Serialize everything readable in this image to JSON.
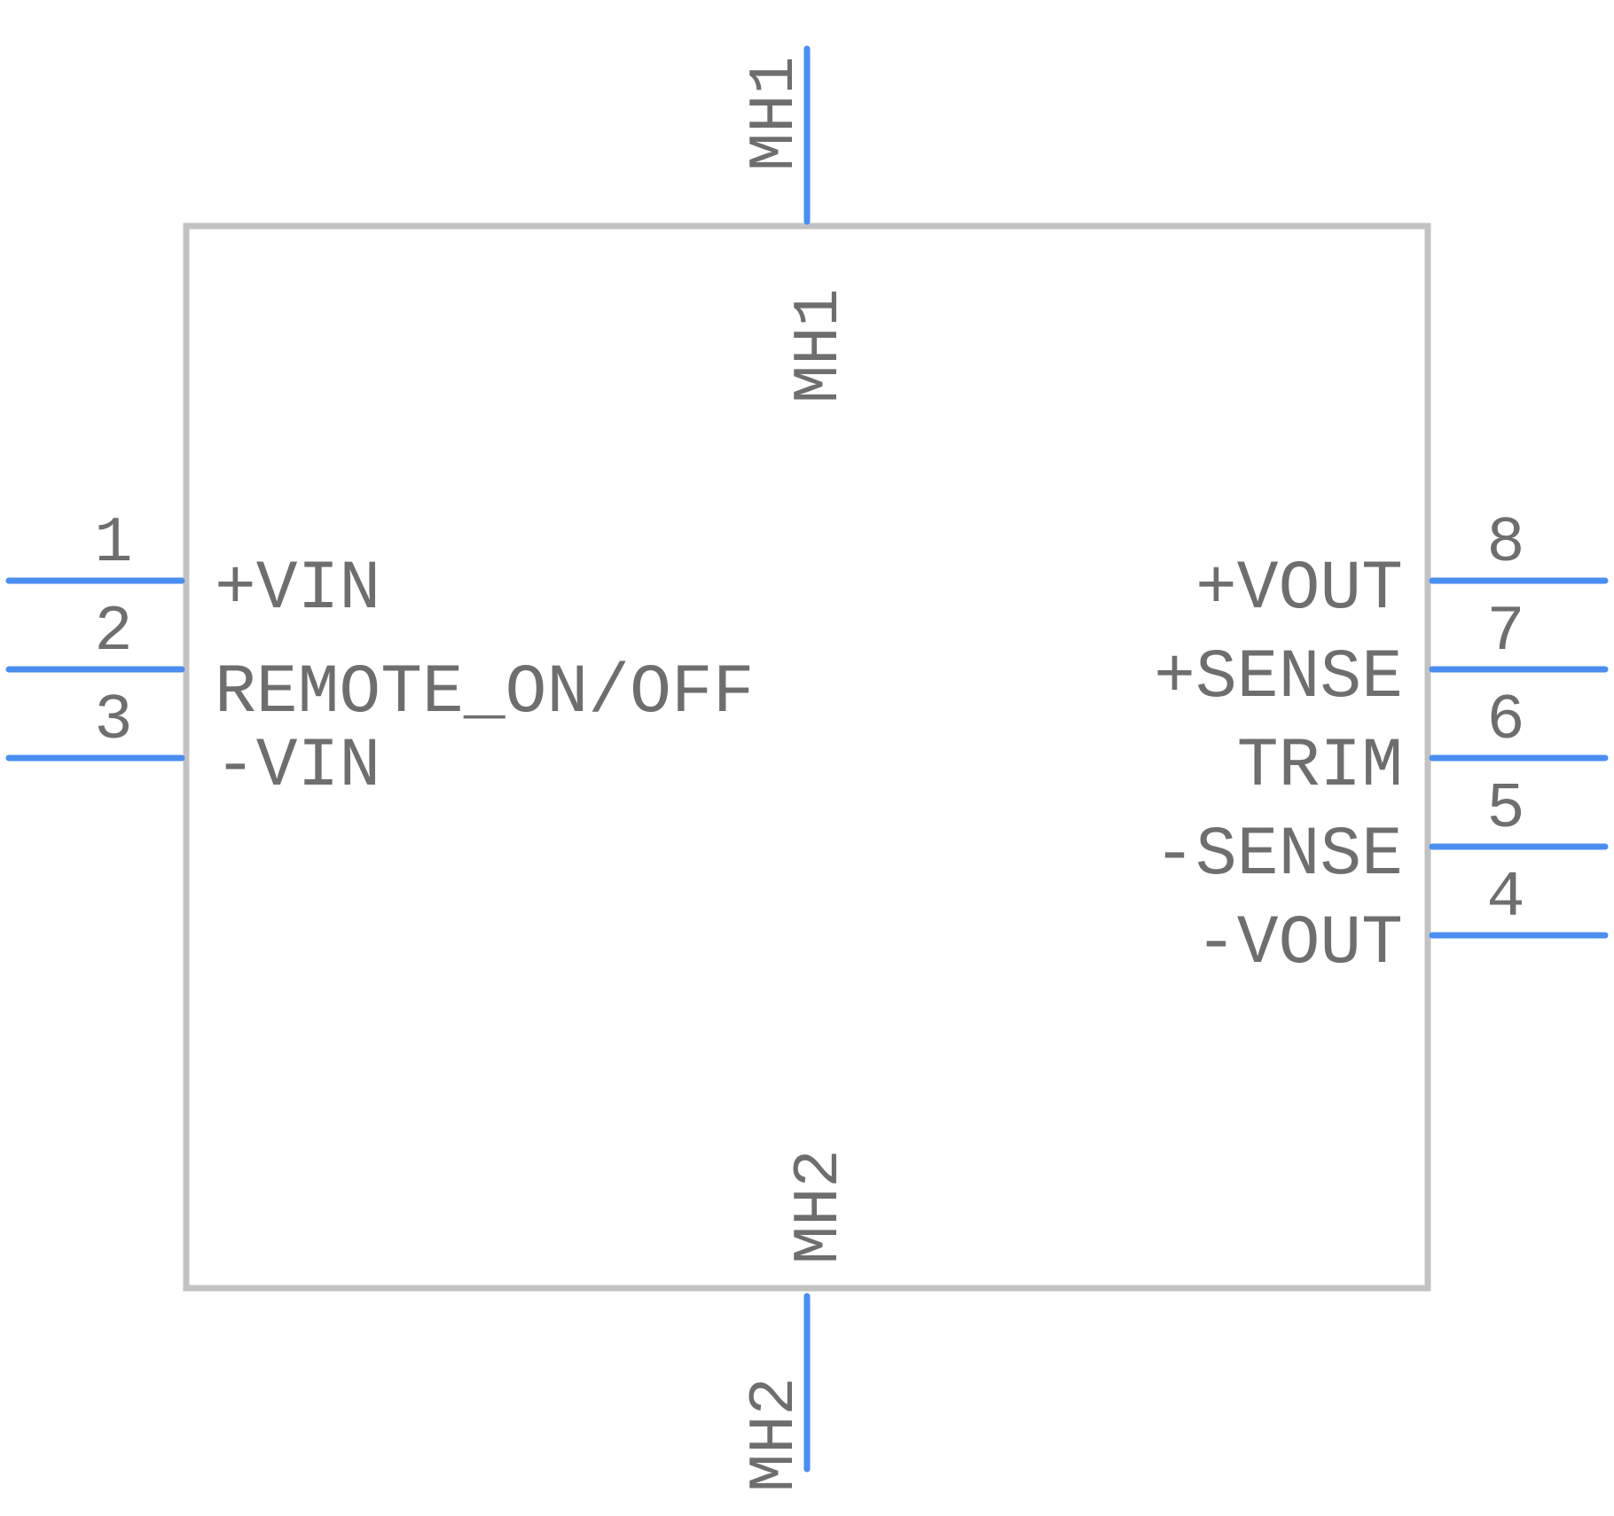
{
  "component": {
    "colors": {
      "outline": "#c2c2c2",
      "pin": "#4a8ef0",
      "text": "#6e6e6e",
      "background": "#ffffff"
    },
    "left_pins": [
      {
        "number": "1",
        "name": "+VIN"
      },
      {
        "number": "2",
        "name": "REMOTE_ON/OFF"
      },
      {
        "number": "3",
        "name": "-VIN"
      }
    ],
    "right_pins": [
      {
        "number": "8",
        "name": "+VOUT"
      },
      {
        "number": "7",
        "name": "+SENSE"
      },
      {
        "number": "6",
        "name": "TRIM"
      },
      {
        "number": "5",
        "name": "-SENSE"
      },
      {
        "number": "4",
        "name": "-VOUT"
      }
    ],
    "top_pin": {
      "number": "MH1",
      "name": "MH1"
    },
    "bottom_pin": {
      "number": "MH2",
      "name": "MH2"
    }
  }
}
